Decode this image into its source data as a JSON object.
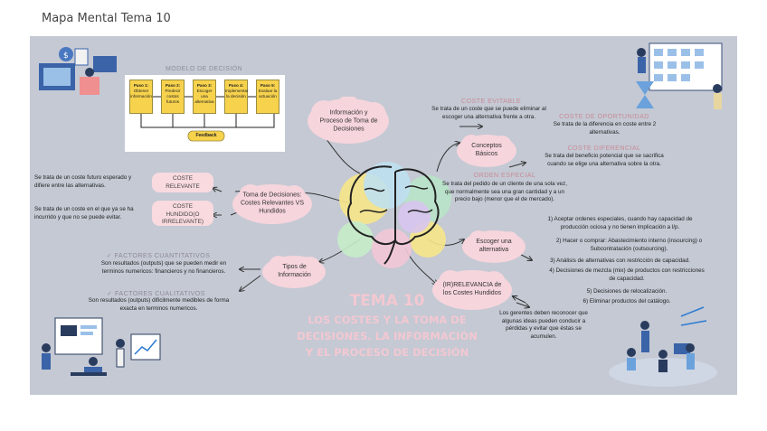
{
  "page_title": "Mapa Mental Tema 10",
  "model": {
    "title": "MODELO DE DECISIÓN",
    "steps": [
      {
        "label": "Paso 1:",
        "text": "Obtener información"
      },
      {
        "label": "Paso 2:",
        "text": "Predecir costos futuros"
      },
      {
        "label": "Paso 3:",
        "text": "Escoger una alternativa"
      },
      {
        "label": "Paso 4:",
        "text": "Implementar la decisión"
      },
      {
        "label": "Paso 5:",
        "text": "Evaluar la actuación"
      }
    ],
    "feedback": "Feedback"
  },
  "center": {
    "tema": "TEMA 10",
    "subtitle_lines": [
      "LOS COSTES Y LA TOMA DE",
      "DECISIONES. LA INFORMACIÓN",
      "Y EL PROCESO DE DECISIÓN"
    ]
  },
  "branches": {
    "informacion": "Información y Proceso de Toma de Decisiones",
    "conceptos": "Conceptos Básicos",
    "toma": "Toma de Decisiones: Costes Relevantes VS Hundidos",
    "tipos": "Tipos de Información",
    "escoger": "Escoger una alternativa",
    "irrelevancia": "(IR)RELEVANCIA de los Costes Hundidos"
  },
  "conceptos": {
    "evitable_head": "COSTE EVITABLE",
    "evitable_text": "Se trata de un coste que se puede eliminar al escoger una alternativa frente a otra.",
    "oportunidad_head": "COSTE DE OPORTUNIDAD",
    "oportunidad_text": "Se trata de la diferencia en coste entre 2 alternativas.",
    "diferencial_head": "COSTE DIFERENCIAL",
    "diferencial_text": "Se trata del beneficio potencial que se sacrifica cuando se elige una alternativa sobre la otra.",
    "especial_head": "ORDEN ESPECIAL",
    "especial_text": "Se trata del pedido de un cliente de una sola vez, que normalmente sea una gran cantidad y a un precio bajo (menor que el de mercado)."
  },
  "relevantes": {
    "relevante_label": "COSTE RELEVANTE",
    "relevante_text": "Se trata de un coste futuro esperado y difiere entre las alternativas.",
    "hundido_label": "COSTE HUNDIDO(O IRRELEVANTE)",
    "hundido_text": "Se trata de un coste en el que ya se ha incurrido y que no se puede evitar."
  },
  "tipos": {
    "cuant_head": "FACTORES CUANTITATIVOS",
    "cuant_text": "Son resultados (outputs) que se pueden medir en terminos numericos: financieros y no financieros.",
    "cual_head": "FACTORES CUALITATIVOS",
    "cual_text": "Son resultados (outputs) dificilmente medibles de forma exacta en terminos numericos."
  },
  "alternativas": [
    "1) Aceptar ordenes especiales, cuando hay capacidad de producción ociosa y no tienen implicación a l/p.",
    "2) Hacer o comprar: Abastecimiento interno (insourcing) o Subcontratación (outsourcing).",
    "3) Análisis de alternativas con restricción de capacidad.",
    "4) Decisiones de mezcla (mix) de productos con restricciones de capacidad.",
    "5) Decisiones de relocalización.",
    "6) Eliminar productos del catálogo."
  ],
  "irrelevancia_text": "Los gerentes deben reconocer que algunas ideas pueden conducir a pérdidas y evitar que éstas se acumulen.",
  "colors": {
    "board": "#c4c9d4",
    "cloud": "#f6d5dc",
    "heading": "#c98c96",
    "title_text": "#f3c8d1",
    "step": "#f7d24c"
  }
}
